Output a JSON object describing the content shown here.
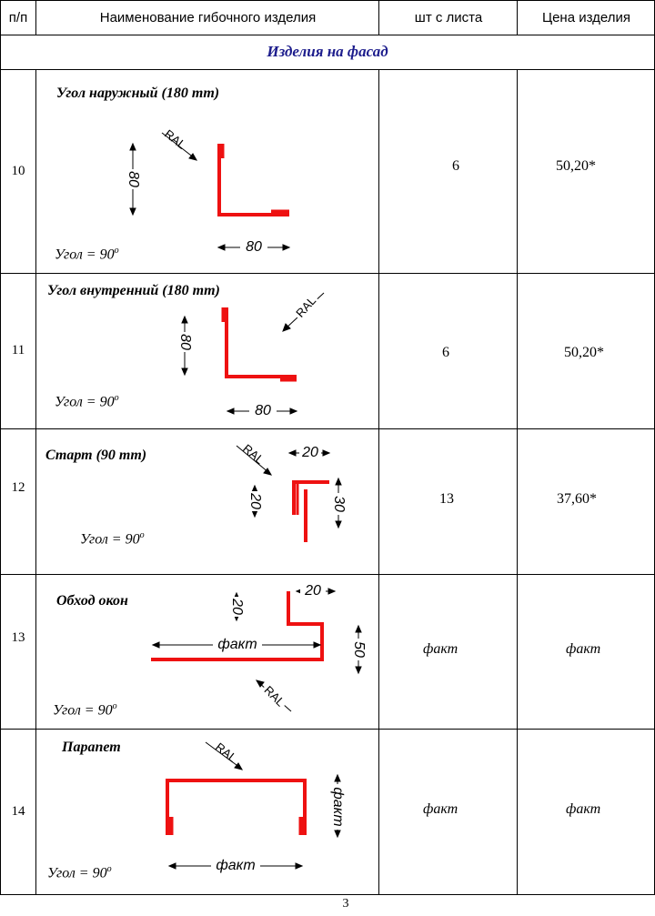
{
  "header": {
    "col_num": "п/п",
    "col_name": "Наименование гибочного изделия",
    "col_qty": "шт с листа",
    "col_price": "Цена изделия"
  },
  "section_title": "Изделия на фасад",
  "rows": [
    {
      "num": "10",
      "title": "Угол наружный (180 mm)",
      "angle": "Угол = 90",
      "angle_sup": "о",
      "qty": "6",
      "price": "50,20*",
      "dims": [
        "80",
        "80"
      ],
      "ral": "RAL"
    },
    {
      "num": "11",
      "title": "Угол внутренний (180 mm)",
      "angle": "Угол = 90",
      "angle_sup": "о",
      "qty": "6",
      "price": "50,20*",
      "dims": [
        "80",
        "80"
      ],
      "ral": "RAL"
    },
    {
      "num": "12",
      "title": "Старт (90 mm)",
      "angle": "Угол = 90",
      "angle_sup": "о",
      "qty": "13",
      "price": "37,60*",
      "dims": [
        "20",
        "20",
        "30"
      ],
      "ral": "RAL"
    },
    {
      "num": "13",
      "title": "Обход окон",
      "angle": "Угол = 90",
      "angle_sup": "о",
      "qty": "факт",
      "price": "факт",
      "dims": [
        "20",
        "20",
        "факт",
        "50"
      ],
      "ral": "RAL"
    },
    {
      "num": "14",
      "title": "Парапет",
      "angle": "Угол = 90",
      "angle_sup": "о",
      "qty": "факт",
      "price": "факт",
      "dims": [
        "факт",
        "факт"
      ],
      "ral": "RAL"
    }
  ],
  "page_number": "3",
  "colors": {
    "profile": "#ee1111",
    "section": "#1c1c8c"
  }
}
